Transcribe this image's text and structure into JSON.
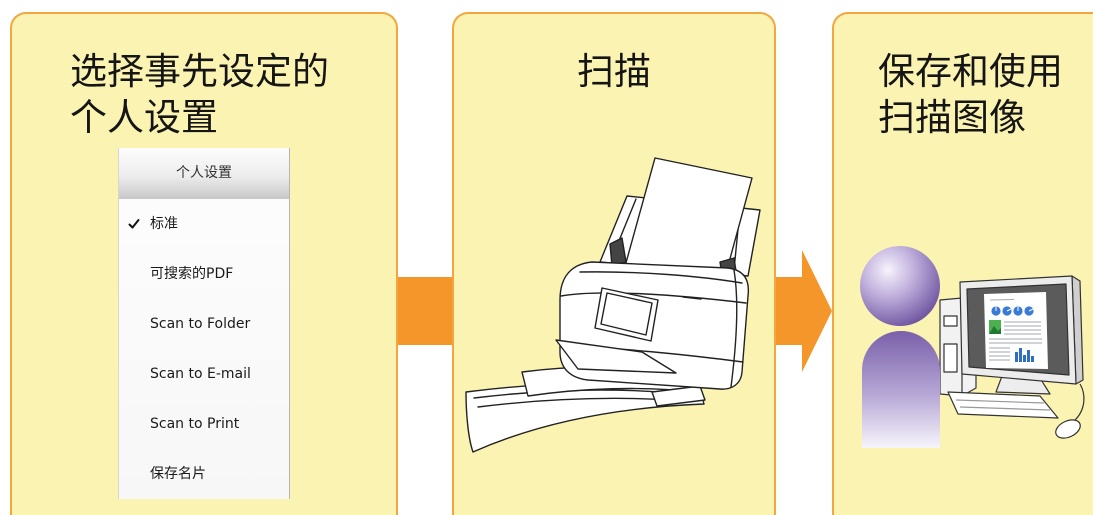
{
  "steps": [
    {
      "title_lines": [
        "选择事先设定的",
        "个人设置"
      ]
    },
    {
      "title_lines": [
        "扫描"
      ]
    },
    {
      "title_lines": [
        "保存和使用",
        "扫描图像"
      ]
    }
  ],
  "menu": {
    "header": "个人设置",
    "items": [
      {
        "label": "标准",
        "checked": true
      },
      {
        "label": "可搜索的PDF",
        "checked": false
      },
      {
        "label": "Scan to Folder",
        "checked": false
      },
      {
        "label": "Scan to E-mail",
        "checked": false
      },
      {
        "label": "Scan to Print",
        "checked": false
      },
      {
        "label": "保存名片",
        "checked": false
      }
    ]
  },
  "colors": {
    "panel_fill": "#FBF3B2",
    "panel_border": "#F3A640",
    "arrow": "#F5962A"
  },
  "icons": {
    "check": "check-icon",
    "arrow": "right-arrow-icon",
    "scanner": "scanner-illustration",
    "person": "person-icon",
    "computer": "computer-illustration"
  }
}
